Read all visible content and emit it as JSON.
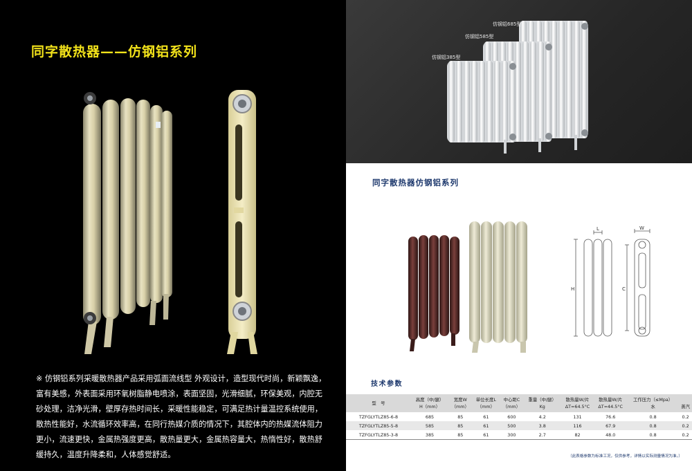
{
  "left": {
    "title": "同字散热器——仿钢铝系列",
    "description": "※  仿钢铝系列采暖散热器产品采用弧面流线型 外观设计，造型现代时尚，新颖飘逸，富有美感，外表面采用环氧树脂静电喷涂，表面坚固，光滑细腻，环保美观，内腔无砂处理，洁净光滑，壁厚存热时间长，采暖性能稳定，可满足热计量温控系统使用，散热性能好，水流循环效率高，在同行热媒介质的情况下，其腔体内的热媒流体阻力更小，流速更快，金属热强度更高，散热量更大，金属热容量大，热惰性好，散热舒缓持久，温度升降柔和，人体感觉舒适。"
  },
  "right_top": {
    "labels": [
      "仿钢铝685型",
      "仿钢铝585型",
      "仿钢铝385型"
    ]
  },
  "right_bottom": {
    "title": "同字散热器仿钢铝系列",
    "tech_title": "技术参数",
    "diagram_labels": {
      "l": "L",
      "w": "W",
      "h": "H",
      "c": "C"
    },
    "table": {
      "headers": [
        [
          "型　号",
          ""
        ],
        [
          "高度（中/腿）",
          "H（mm）"
        ],
        [
          "宽度W",
          "（mm）"
        ],
        [
          "单位长度L",
          "（mm）"
        ],
        [
          "中心距C",
          "（mm）"
        ],
        [
          "重量（中/腿）",
          "Kg"
        ],
        [
          "散热量W/片",
          "ΔT=64.5°C"
        ],
        [
          "散热量W/片",
          "ΔT=44.5°C"
        ],
        [
          "工作压力（≤Mpa）",
          "水"
        ],
        [
          "",
          "蒸汽"
        ]
      ],
      "rows": [
        [
          "TZFGLYTLZ85-6-8",
          "685",
          "85",
          "61",
          "600",
          "4.2",
          "131",
          "76.6",
          "0.8",
          "0.2"
        ],
        [
          "TZFGLYTLZ85-5-8",
          "585",
          "85",
          "61",
          "500",
          "3.8",
          "116",
          "67.9",
          "0.8",
          "0.2"
        ],
        [
          "TZFGLYTLZ85-3-8",
          "385",
          "85",
          "61",
          "300",
          "2.7",
          "82",
          "48.0",
          "0.8",
          "0.2"
        ]
      ]
    },
    "footnote": "（此表格参数为标准工况，仅供参考，详情以实际测量情况为准。）"
  },
  "colors": {
    "title_yellow": "#f2e21a",
    "navy": "#1f3a6e",
    "cream": "#e4dcb6",
    "brown": "#5a2c2a"
  }
}
